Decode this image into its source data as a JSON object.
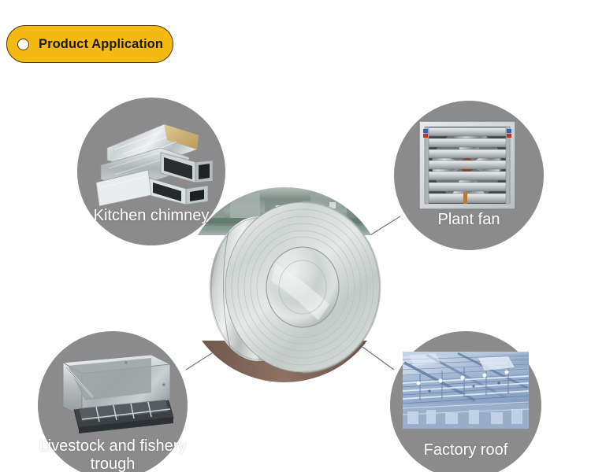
{
  "header": {
    "badge_label": "Product Application",
    "badge_color": "#F5B914",
    "badge_border_color": "#4a3a06",
    "badge_text_color": "#1b1b11"
  },
  "center": {
    "subject": "galvanized-steel-coil",
    "alt": "Galvanized steel coil"
  },
  "palette": {
    "node_background": "#8b8b8b",
    "label_color": "#ffffff",
    "connector_color": "#6e6e6e",
    "page_background": "#ffffff"
  },
  "nodes": [
    {
      "id": "kitchen-chimney",
      "label": "Kitchen chimney",
      "photo": "stacked-galvanized-ducts"
    },
    {
      "id": "plant-fan",
      "label": "Plant fan",
      "photo": "louvered-exhaust-fan"
    },
    {
      "id": "livestock-trough",
      "label": "Livestock and fishery\ntrough",
      "photo": "galvanized-feeder-trough"
    },
    {
      "id": "factory-roof",
      "label": "Factory roof",
      "photo": "industrial-roof-trusses"
    }
  ]
}
